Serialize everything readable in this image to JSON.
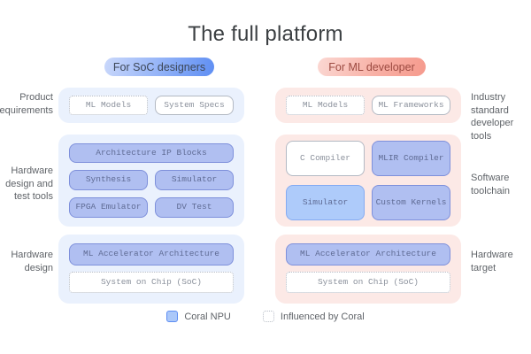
{
  "title": "The full platform",
  "columns": {
    "left": {
      "pill": "For SoC designers",
      "requirements": {
        "box1": "ML Models",
        "box2": "System Specs"
      },
      "tools": {
        "row1": "Architecture IP Blocks",
        "row2a": "Synthesis",
        "row2b": "Simulator",
        "row3a": "FPGA Emulator",
        "row3b": "DV Test"
      },
      "hardware": {
        "box1": "ML Accelerator Architecture",
        "box2": "System on Chip (SoC)"
      }
    },
    "right": {
      "pill": "For ML developer",
      "requirements": {
        "box1": "ML Models",
        "box2": "ML Frameworks"
      },
      "toolchain": {
        "row1a": "C Compiler",
        "row1b": "MLIR Compiler",
        "row2a": "Simulator",
        "row2b": "Custom Kernels"
      },
      "hardware": {
        "box1": "ML Accelerator Architecture",
        "box2": "System on Chip (SoC)"
      }
    }
  },
  "side_labels": {
    "left1": "Product\nrequirements",
    "left2": "Hardware\ndesign and\ntest tools",
    "left3": "Hardware\ndesign",
    "right1": "Industry standard\ndeveloper tools",
    "right2": "Software\ntoolchain",
    "right3": "Hardware\ntarget"
  },
  "legend": {
    "item1": "Coral NPU",
    "item2": "Influenced by Coral"
  },
  "colors": {
    "accent_blue": "#5e8ef3",
    "accent_pink": "#f59a8d",
    "container_blue": "#eaf1fd",
    "container_pink": "#fce9e6",
    "box_blue_fill": "#b0bff1",
    "box_blue_border": "#7e90db",
    "box_lightblue_fill": "#aecbfa",
    "title_text": "#3c4043",
    "label_text": "#5f6368"
  }
}
